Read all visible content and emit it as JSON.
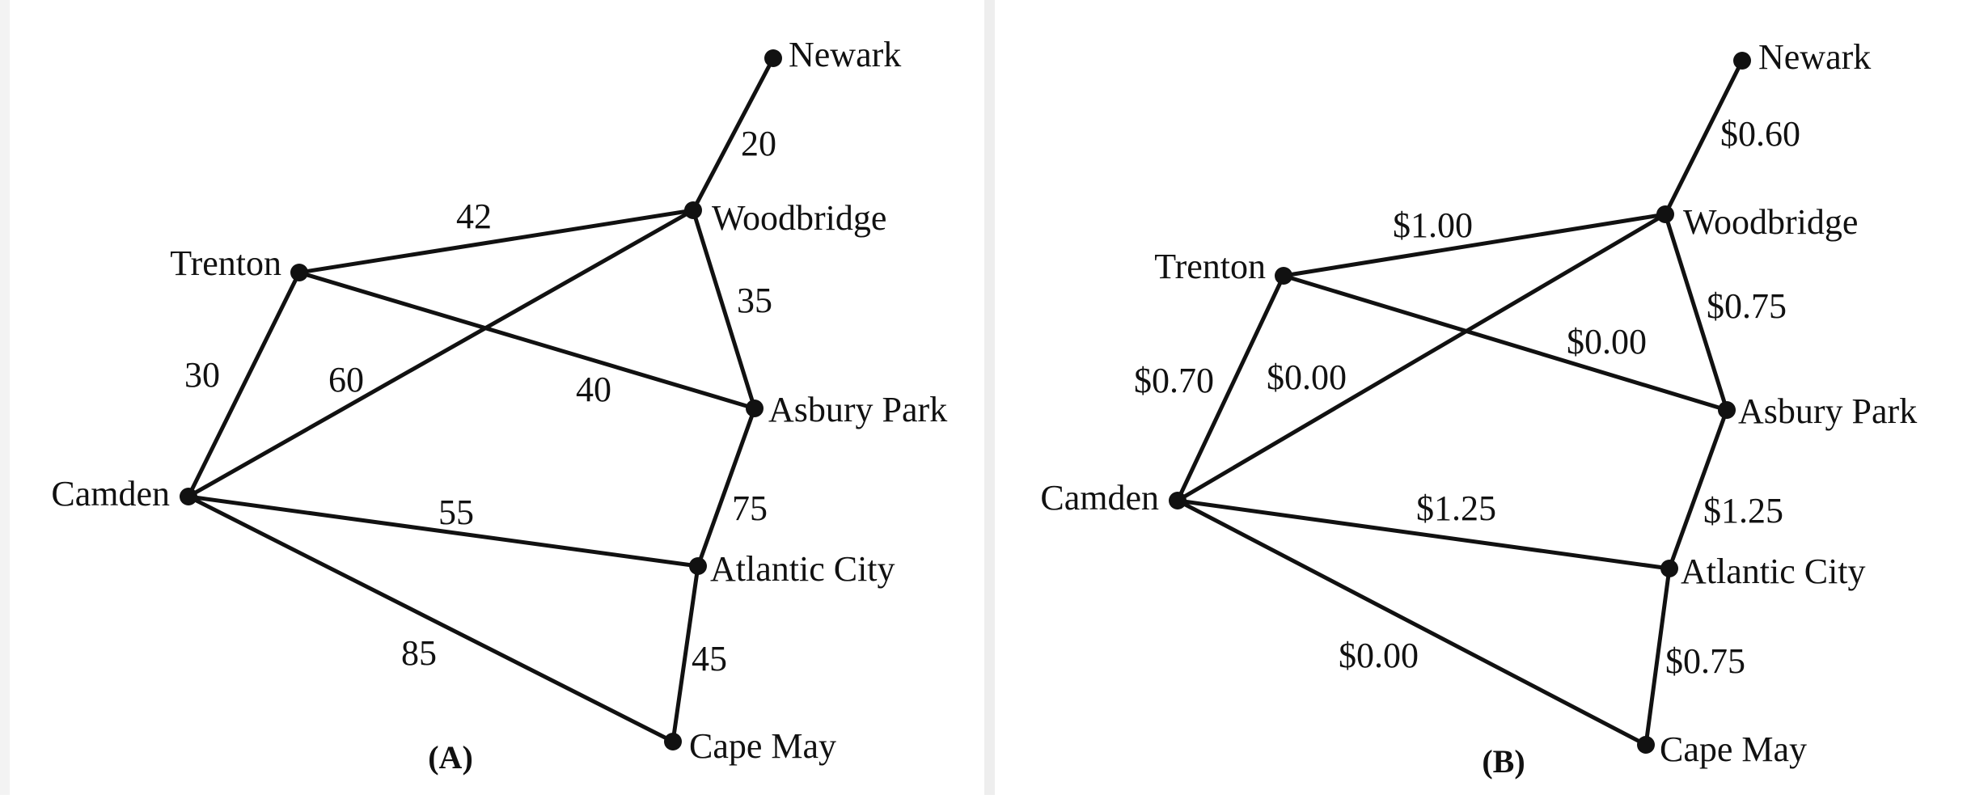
{
  "panels": [
    {
      "caption": "(A)",
      "nodes": {
        "newark": "Newark",
        "woodbridge": "Woodbridge",
        "trenton": "Trenton",
        "asbury": "Asbury Park",
        "camden": "Camden",
        "atlantic": "Atlantic City",
        "capemay": "Cape May"
      },
      "edges": {
        "newark_woodbridge": "20",
        "trenton_woodbridge": "42",
        "woodbridge_asbury": "35",
        "trenton_camden": "30",
        "camden_woodbridge": "60",
        "trenton_asbury": "40",
        "asbury_atlantic": "75",
        "camden_atlantic": "55",
        "camden_capemay": "85",
        "atlantic_capemay": "45"
      }
    },
    {
      "caption": "(B)",
      "nodes": {
        "newark": "Newark",
        "woodbridge": "Woodbridge",
        "trenton": "Trenton",
        "asbury": "Asbury Park",
        "camden": "Camden",
        "atlantic": "Atlantic City",
        "capemay": "Cape May"
      },
      "edges": {
        "newark_woodbridge": "$0.60",
        "trenton_woodbridge": "$1.00",
        "woodbridge_asbury": "$0.75",
        "trenton_camden": "$0.70",
        "camden_woodbridge": "$0.00",
        "trenton_asbury": "$0.00",
        "asbury_atlantic": "$1.25",
        "camden_atlantic": "$1.25",
        "camden_capemay": "$0.00",
        "atlantic_capemay": "$0.75"
      }
    }
  ]
}
